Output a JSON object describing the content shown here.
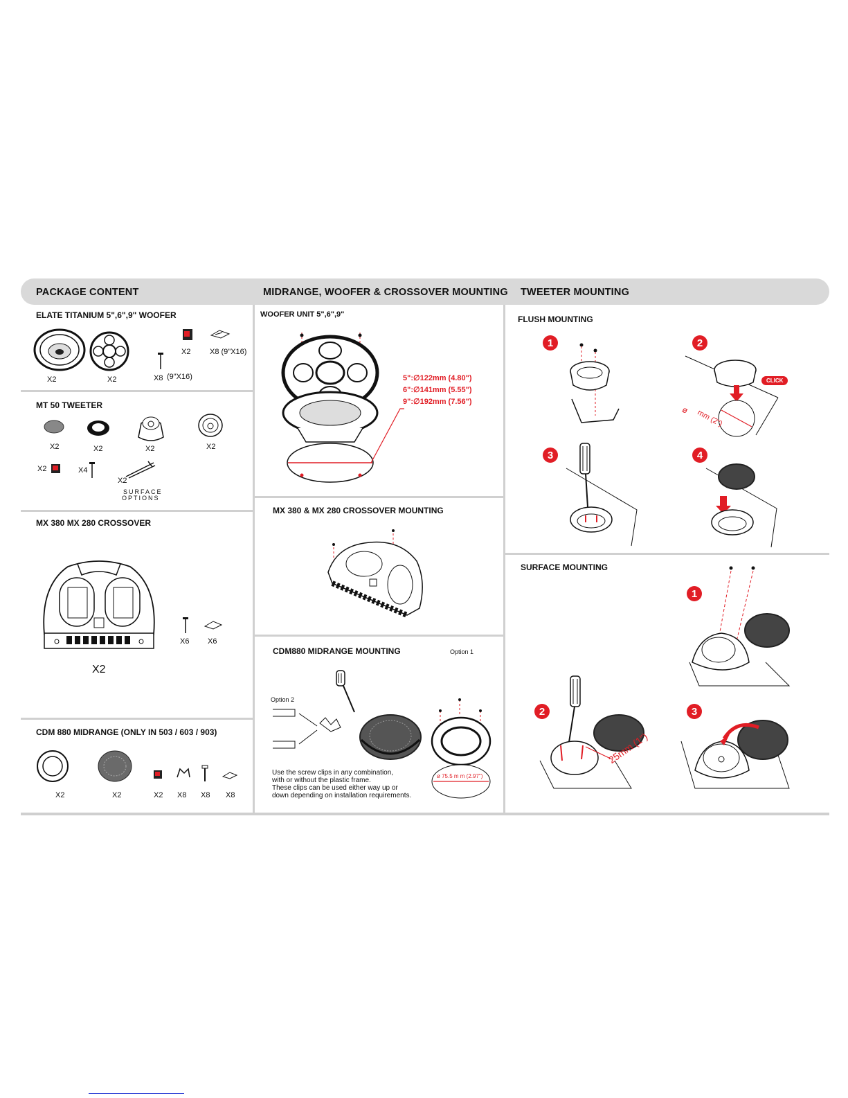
{
  "header": {
    "col1": "PACKAGE CONTENT",
    "col2": "MIDRANGE, WOOFER & CROSSOVER MOUNTING",
    "col3": "TWEETER MOUNTING"
  },
  "woofer_pkg": {
    "title": "ELATE TITANIUM 5\",6\",9\" WOOFER",
    "labels": [
      "X2",
      "X2",
      "X8",
      "(9\"X16)",
      "X2",
      "X8 (9\"X16)"
    ]
  },
  "tweeter_pkg": {
    "title": "MT  50 TWEETER",
    "labels": [
      "X2",
      "X2",
      "X2",
      "X2",
      "X2",
      "X4",
      "X2"
    ],
    "surface_options": [
      "SURFACE",
      "OPTIONS"
    ]
  },
  "crossover_pkg": {
    "title": "MX  380  MX  280  CROSSOVER",
    "labels": [
      "X6",
      "X6",
      "X2"
    ]
  },
  "midrange_pkg": {
    "title": "CDM 880 MIDRANGE (ONLY IN 503 / 603 / 903)",
    "labels": [
      "X2",
      "X2",
      "X2",
      "X8",
      "X8",
      "X8"
    ]
  },
  "woofer_mount": {
    "title": "WOOFER UNIT   5\",6\",9\"",
    "dims": [
      "5\":∅122mm (4.80\")",
      "6\":∅141mm (5.55\")",
      "9\":∅192mm (7.56\")"
    ]
  },
  "crossover_mount": {
    "title": "MX  380 &  MX  280 CROSSOVER MOUNTING"
  },
  "midrange_mount": {
    "title": "CDM880 MIDRANGE MOUNTING",
    "option1": "Option 1",
    "option2": "Option 2",
    "dim": "ø 75.5 m m (2.97\")",
    "note": [
      "Use the screw clips in any combination,",
      "with or without the plastic frame.",
      "These clips can be used either way up or",
      "down depending on installation requirements."
    ]
  },
  "flush_mount": {
    "title": "FLUSH MOUNTING",
    "steps": [
      "1",
      "2",
      "3",
      "4"
    ],
    "click": "CLICK",
    "dim_symbol": "ø",
    "dim": "mm (2\")"
  },
  "surface_mount": {
    "title": "SURFACE MOUNTING",
    "steps": [
      "1",
      "2",
      "3"
    ],
    "dim": "25mm (1\")"
  },
  "colors": {
    "accent": "#e11d25",
    "header_bg": "#d9d9d9",
    "divider": "#d0d0d0"
  }
}
